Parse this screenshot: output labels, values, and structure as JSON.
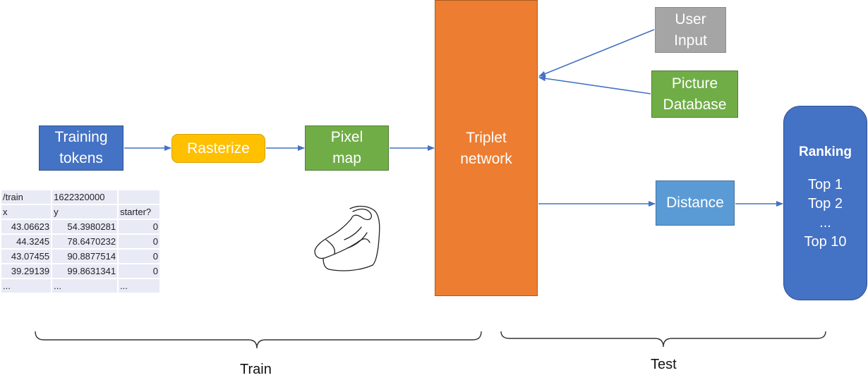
{
  "boxes": {
    "training": [
      "Training",
      "tokens"
    ],
    "rasterize": "Rasterize",
    "pixel_map": [
      "Pixel",
      "map"
    ],
    "triplet": [
      "Triplet",
      "network"
    ],
    "user_input": [
      "User",
      "Input"
    ],
    "picture_database": [
      "Picture",
      "Database"
    ],
    "distance": "Distance",
    "ranking": {
      "title": "Ranking",
      "items": [
        "Top 1",
        "Top 2",
        "...",
        "Top 10"
      ]
    }
  },
  "table": {
    "rows": [
      [
        "/train",
        "1622320000",
        ""
      ],
      [
        "x",
        "y",
        "starter?"
      ],
      [
        "43.06623",
        "54.3980281",
        "0"
      ],
      [
        "44.3245",
        "78.6470232",
        "0"
      ],
      [
        "43.07455",
        "90.8877514",
        "0"
      ],
      [
        "39.29139",
        "99.8631341",
        "0"
      ],
      [
        "...",
        "...",
        "..."
      ]
    ]
  },
  "captions": {
    "train": "Train",
    "test": "Test"
  },
  "colors": {
    "arrow": "#4472c4",
    "blue_box": "#4472c4",
    "orange_box": "#ed7d31",
    "green_box": "#70ad47",
    "yellow_box": "#ffc000",
    "gray_box": "#a5a5a5",
    "light_blue_box": "#5b9bd5"
  }
}
